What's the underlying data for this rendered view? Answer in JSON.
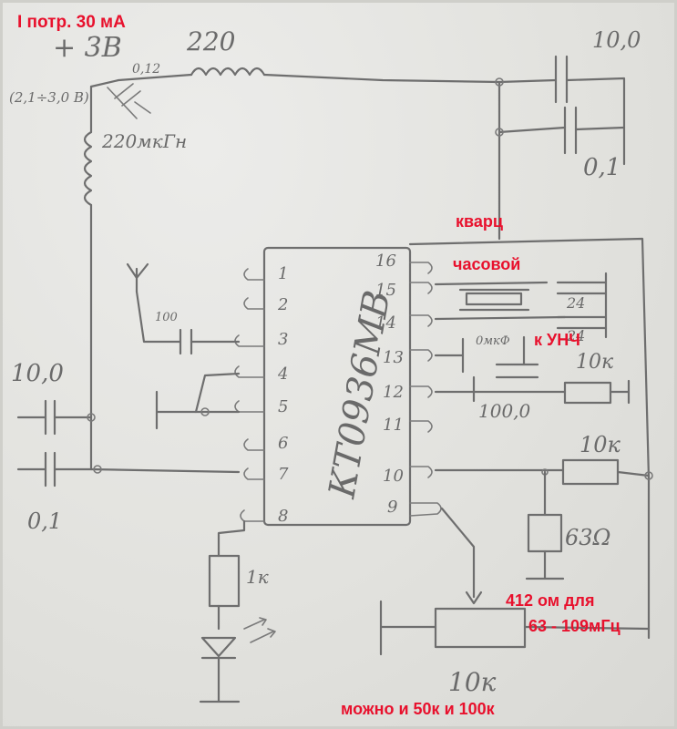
{
  "annotations": {
    "current": "I потр. 30 мА",
    "quartz": "кварц",
    "watch": "часовой",
    "to_amp": "к УНЧ",
    "resistor_note_1": "412 ом для",
    "resistor_note_2": "63 - 109мГц",
    "pot_note": "можно и 50к и 100к"
  },
  "handwritten": {
    "supply": "+ 3В",
    "supply_range": "(2,1÷3,0 В)",
    "r_supply": "0,12",
    "inductor_top": "220",
    "inductor_side": "220мкГн",
    "chip": "КТ0936МВ",
    "cap_tr1": "10,0",
    "cap_tr2": "0,1",
    "cap_left1": "10,0",
    "cap_left2": "0,1",
    "cap_ant": "100",
    "quartz_cap_a": "24",
    "quartz_cap_b": "24",
    "cap_p13": "0мкФ",
    "cap_p12": "100,0",
    "r_p12": "10к",
    "r_out": "10к",
    "r_load": "63Ω",
    "r_led": "1к",
    "pot": "10к"
  },
  "chip_pins": {
    "left": [
      "1",
      "2",
      "3",
      "4",
      "5",
      "6",
      "7",
      "8"
    ],
    "right": [
      "16",
      "15",
      "14",
      "13",
      "12",
      "11",
      "10",
      "9"
    ]
  }
}
